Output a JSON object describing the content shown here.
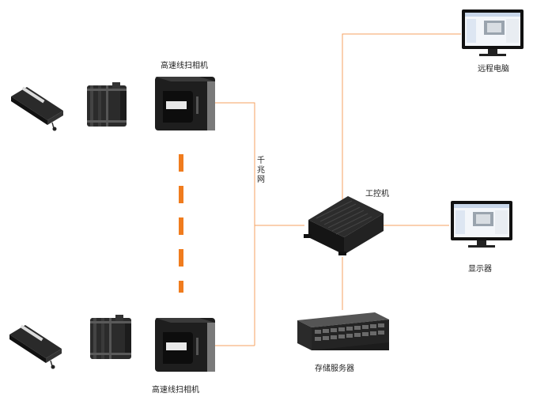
{
  "labels": {
    "camera_top": "高速线扫相机",
    "camera_bottom": "高速线扫相机",
    "network": "千兆网",
    "ipc": "工控机",
    "remote_pc": "远程电脑",
    "display": "显示器",
    "storage": "存储服务器"
  },
  "colors": {
    "connector": "#f4a261",
    "dash": "#f07c1e",
    "device_dark": "#1a1a1a",
    "screen_frame": "#111111"
  }
}
